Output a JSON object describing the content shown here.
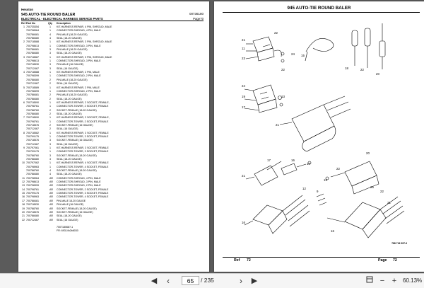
{
  "left_page": {
    "brand": "Hesston",
    "title": "945 AUTO-TIE ROUND BALER",
    "doc_code": "00736180",
    "section": "ELECTRICAL - ELECTRICAL HARNESS SERVICE PARTS",
    "page_label": "Page70",
    "columns": {
      "ref": "Ref",
      "part": "Part No",
      "qty": "Qty",
      "desc": "Description"
    },
    "parts": [
      {
        "ref": "1",
        "part": "700735354",
        "qty": "1",
        "desc": "KIT-HARNESS REPAIR, 4 PIN, SHROUD, MALE"
      },
      {
        "ref": "",
        "part": "700798964",
        "qty": "1",
        "desc": "CONNECTOR-SHROUD, 4 PIN, MALE"
      },
      {
        "ref": "",
        "part": "700788481",
        "qty": "4",
        "desc": "PIN-MALE (18-20 GAUGE)"
      },
      {
        "ref": "",
        "part": "700788480",
        "qty": "4",
        "desc": "SEAL (18-20 GAUGE)"
      },
      {
        "ref": "2",
        "part": "700718588",
        "qty": "1",
        "desc": "KIT-HARNESS REPAIR, 3 PIN, SHROUD, MALE"
      },
      {
        "ref": "",
        "part": "700798613",
        "qty": "1",
        "desc": "CONNECTOR-SHROUD, 3 PIN, MALE"
      },
      {
        "ref": "",
        "part": "700788481",
        "qty": "3",
        "desc": "PIN-MALE (18-20 GAUGE)"
      },
      {
        "ref": "",
        "part": "700788480",
        "qty": "3",
        "desc": "SEAL (18-20 GAUGE)"
      },
      {
        "ref": "3",
        "part": "700718587",
        "qty": "1",
        "desc": "KIT-HARNESS REPAIR, 3 PIN, SHROUD, MALE"
      },
      {
        "ref": "",
        "part": "700798613",
        "qty": "1",
        "desc": "CONNECTOR-SHROUD, 3 PIN, MALE"
      },
      {
        "ref": "",
        "part": "700718530",
        "qty": "3",
        "desc": "PIN-MALE (16 GAUGE)"
      },
      {
        "ref": "",
        "part": "700712467",
        "qty": "3",
        "desc": "SEAL (16 GAUGE)"
      },
      {
        "ref": "4",
        "part": "700718588",
        "qty": "1",
        "desc": "KIT-HARNESS REPAIR, 2 PIN, MALE"
      },
      {
        "ref": "",
        "part": "700798399",
        "qty": "1",
        "desc": "CONNECTOR-SHROUD, 2 PIN, MALE"
      },
      {
        "ref": "",
        "part": "700788480",
        "qty": "2",
        "desc": "PIN-MALE (18-20 GAUGE)"
      },
      {
        "ref": "",
        "part": "700712467",
        "qty": "2",
        "desc": "SEAL (16 GAUGE)"
      },
      {
        "ref": "5",
        "part": "700718589",
        "qty": "1",
        "desc": "KIT-HARNESS REPAIR, 2 PIN, MALE"
      },
      {
        "ref": "",
        "part": "700798399",
        "qty": "1",
        "desc": "CONNECTOR-SHROUD, 2 PIN, MALE"
      },
      {
        "ref": "",
        "part": "700788481",
        "qty": "2",
        "desc": "PIN-MALE (18-20 GAUGE)"
      },
      {
        "ref": "",
        "part": "700788480",
        "qty": "2",
        "desc": "SEAL (18-20 GAUGE)"
      },
      {
        "ref": "6",
        "part": "700718590",
        "qty": "1",
        "desc": "KIT-HARNESS REPAIR, 2 SOCKET, FEMALE,"
      },
      {
        "ref": "",
        "part": "700798761",
        "qty": "1",
        "desc": "CONNECTOR-TOWER, 2 SOCKET, FEMALE"
      },
      {
        "ref": "",
        "part": "700788760",
        "qty": "2",
        "desc": "SOCKET-FEMALE (18-20 GAUGE)"
      },
      {
        "ref": "",
        "part": "700788480",
        "qty": "2",
        "desc": "SEAL (18-20 GAUGE)"
      },
      {
        "ref": "7",
        "part": "700718590",
        "qty": "1",
        "desc": "KIT-HARNESS REPAIR, 2 SOCKET, FEMALE,"
      },
      {
        "ref": "",
        "part": "700798761",
        "qty": "1",
        "desc": "CONNECTOR-TOWER, 2 SOCKET, FEMALE"
      },
      {
        "ref": "",
        "part": "700718576",
        "qty": "2",
        "desc": "SOCKET-FEMALE (16 GAUGE)"
      },
      {
        "ref": "",
        "part": "700712467",
        "qty": "2",
        "desc": "SEAL (16 GAUGE)"
      },
      {
        "ref": "8",
        "part": "700718582",
        "qty": "1",
        "desc": "KIT-HARNESS REPAIR, 3 SOCKET, FEMALE"
      },
      {
        "ref": "",
        "part": "700799175",
        "qty": "1",
        "desc": "CONNECTOR-TOWER, 3 SOCKET, FEMALE"
      },
      {
        "ref": "",
        "part": "700718576",
        "qty": "3",
        "desc": "SOCKET-FEMALE (16 GAUGE)"
      },
      {
        "ref": "",
        "part": "700712467",
        "qty": "3",
        "desc": "SEAL (16 GAUGE)"
      },
      {
        "ref": "9",
        "part": "700797061",
        "qty": "1",
        "desc": "KIT-HARNESS REPAIR, 3 SOCKET, FEMALE"
      },
      {
        "ref": "",
        "part": "700799175",
        "qty": "1",
        "desc": "CONNECTOR-TOWER, 3 SOCKET, FEMALE"
      },
      {
        "ref": "",
        "part": "700788760",
        "qty": "3",
        "desc": "SOCKET-FEMALE (18-20 GAUGE)"
      },
      {
        "ref": "",
        "part": "700788480",
        "qty": "3",
        "desc": "SEAL (18-20 GAUGE)"
      },
      {
        "ref": "10",
        "part": "700797062",
        "qty": "1",
        "desc": "KIT-HARNESS REPAIR, 4 SOCKET, FEMALE"
      },
      {
        "ref": "",
        "part": "700798963",
        "qty": "1",
        "desc": "CONNECTOR-TOWER, 4 SOCKET, FEMALE"
      },
      {
        "ref": "",
        "part": "700788760",
        "qty": "4",
        "desc": "SOCKET-FEMALE (18-20 GAUGE)"
      },
      {
        "ref": "",
        "part": "700788480",
        "qty": "4",
        "desc": "SEAL (18-20 GAUGE)"
      },
      {
        "ref": "11",
        "part": "700798964",
        "qty": "AR",
        "desc": "CONNECTOR-SHROUD, 4 PIN, MALE"
      },
      {
        "ref": "12",
        "part": "700798613",
        "qty": "AR",
        "desc": "CONNECTOR-SHROUD, 3 PIN, MALE"
      },
      {
        "ref": "13",
        "part": "700798399",
        "qty": "AR",
        "desc": "CONNECTOR-SHROUD, 2 PIN, MALE"
      },
      {
        "ref": "14",
        "part": "700798761",
        "qty": "AR",
        "desc": "CONNECTOR-TOWER, 2 SOCKET, FEMALE"
      },
      {
        "ref": "15",
        "part": "700799175",
        "qty": "AR",
        "desc": "CONNECTOR-TOWER, 3 SOCKET, FEMALE"
      },
      {
        "ref": "16",
        "part": "700798963",
        "qty": "AR",
        "desc": "CONNECTOR-TOWER, 4 SOCKET, FEMALE"
      },
      {
        "ref": "17",
        "part": "700788481",
        "qty": "AR",
        "desc": "PIN-MALE 18-20 GAUGE"
      },
      {
        "ref": "18",
        "part": "700718530",
        "qty": "AR",
        "desc": "PIN-MALE (16 GAUGE)"
      },
      {
        "ref": "19",
        "part": "700788760",
        "qty": "AR",
        "desc": "SOCKET-FEMALE (18-20 GAUGE)"
      },
      {
        "ref": "20",
        "part": "700718576",
        "qty": "AR",
        "desc": "SOCKET-FEMALE (16 GAUGE)"
      },
      {
        "ref": "21",
        "part": "700788480",
        "qty": "AR",
        "desc": "SEAL (18-20 GAUGE)"
      },
      {
        "ref": "22",
        "part": "700712467",
        "qty": "AR",
        "desc": "SEAL (16 GAUGE)"
      }
    ],
    "footnote_1": "700718068?-1",
    "footnote_2": "FR: 69314h2b8030"
  },
  "right_page": {
    "title": "945 AUTO-TIE ROUND BALER",
    "diagram_code": "788 716 997-3",
    "ref_label": "Ref",
    "ref_value": "72",
    "page_label": "Page",
    "page_value": "72",
    "callouts": [
      "21",
      "11",
      "23",
      "15",
      "22",
      "22",
      "18",
      "22",
      "20",
      "24",
      "24",
      "19",
      "17",
      "21",
      "13",
      "14",
      "17",
      "16",
      "21",
      "19",
      "22",
      "20",
      "16",
      "12",
      "9",
      "16",
      "25",
      "22",
      "21"
    ]
  },
  "toolbar": {
    "current_page": "65",
    "total_pages": "/ 235",
    "zoom": "60.13%",
    "icons": [
      "prev-icon",
      "next-icon",
      "first-icon",
      "last-icon",
      "search-icon"
    ]
  }
}
